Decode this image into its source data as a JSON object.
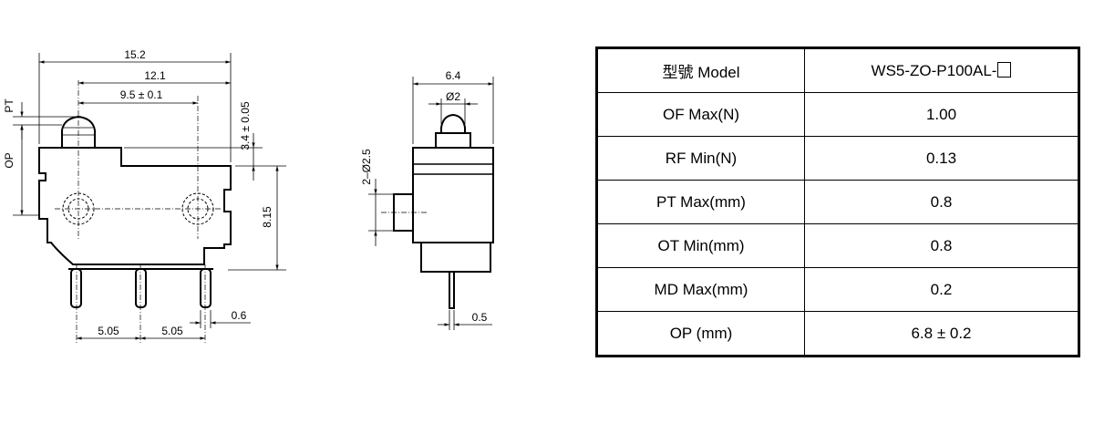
{
  "drawing": {
    "front_view": {
      "dims": {
        "overall_width": "15.2",
        "hole_span": "12.1",
        "actuator_offset": "9.5 ± 0.1",
        "pt_label": "PT",
        "op_label": "OP",
        "body_top_height": "3.4 ± 0.05",
        "body_height": "8.15",
        "pin_pitch_1": "5.05",
        "pin_pitch_2": "5.05",
        "pin_width": "0.6"
      }
    },
    "side_view": {
      "dims": {
        "width": "6.4",
        "actuator_diameter": "Ø2",
        "hole_diameter": "2–Ø2.5",
        "pin_thickness": "0.5"
      }
    }
  },
  "spec_table": {
    "rows": [
      {
        "label": "型號 Model",
        "value": "WS5-ZO-P100AL-",
        "value_suffix_box": true
      },
      {
        "label": "OF Max(N)",
        "value": "1.00"
      },
      {
        "label": "RF Min(N)",
        "value": "0.13"
      },
      {
        "label": "PT Max(mm)",
        "value": "0.8"
      },
      {
        "label": "OT Min(mm)",
        "value": "0.8"
      },
      {
        "label": "MD Max(mm)",
        "value": "0.2"
      },
      {
        "label": "OP (mm)",
        "value": "6.8 ± 0.2"
      }
    ]
  }
}
